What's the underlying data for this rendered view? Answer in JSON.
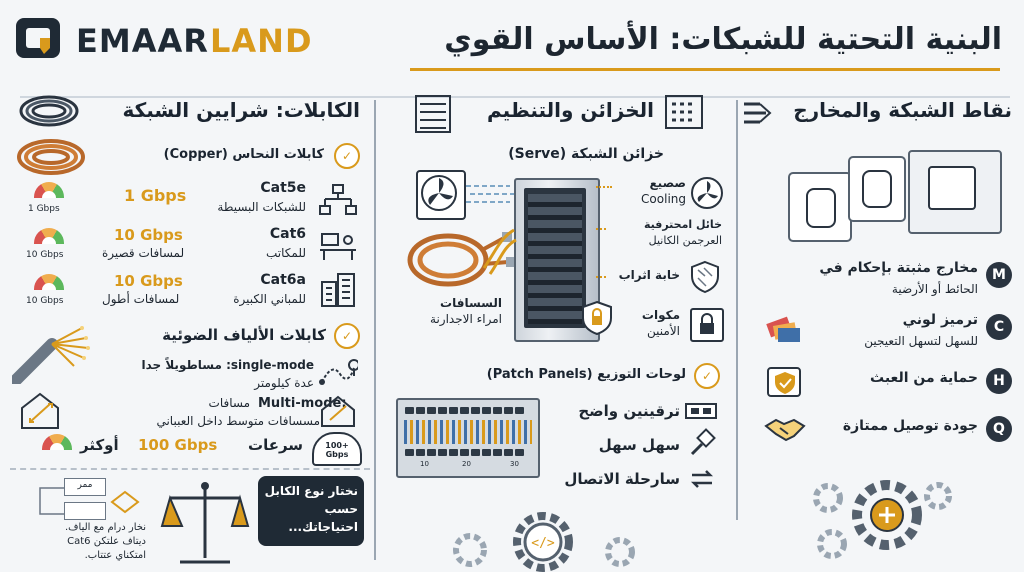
{
  "brand": {
    "name_part1": "EMAAR",
    "name_part2": "LAND"
  },
  "title": "البنية التحتية للشبكات: الأساس القوي",
  "col_cables": {
    "heading": "الكابلات: شرايين الشبكة",
    "copper_title": "كابلات النحاس (Copper)",
    "copper_rows": [
      {
        "gauge": "1 Gbps",
        "speed": "1 Gbps",
        "cat": "Cat5e",
        "desc": "للشبكات البسيطة"
      },
      {
        "gauge": "10 Gbps",
        "speed": "10 Gbps",
        "speed_note": "لمسافات قصيرة",
        "cat": "Cat6",
        "desc": "للمكاتب"
      },
      {
        "gauge": "10 Gbps",
        "speed": "10 Gbps",
        "speed_note": "لمسافات أطول",
        "cat": "Cat6a",
        "desc": "للمباني الكبيرة"
      }
    ],
    "fiber_title": "كابلات الألياف الضوئية",
    "single_mode": "single-mode: مساطويلاً جدا",
    "single_mode_2": "عدة كيلومتر",
    "multi_mode": "Multi-mode:",
    "multi_mode_note1": "مسافات",
    "multi_mode_note2": "مسسافات متوسط داخل العبباني",
    "speeds_text": "سرعات",
    "speeds_value": "100 Gbps",
    "speeds_more": "أوكثر",
    "speeds_badge": "100+ Gbps",
    "flow_label": "ممر",
    "flow_note1": "نخار درام مع الياف.",
    "flow_note2": "ديتاف علتكن Cat6",
    "flow_note3": "امتكناي عتتاب.",
    "bubble_text": "نختار نوع الكابل حسب احتياجاتك..."
  },
  "col_racks": {
    "heading": "الخزائن والتنظيم",
    "server_title": "خزائن الشبكة (Serve)",
    "label_cooling_ar": "صصيع",
    "label_cooling_en": "Cooling",
    "label_cable_mgmt_1": "خائل امحترفية",
    "label_cable_mgmt_2": "العرجمن الكانيل",
    "label_dust": "خابة اثراب",
    "label_security_1": "مكوات",
    "label_security_2": "الأمنين",
    "label_distance_1": "السسافات",
    "label_distance_2": "امراء الاجدارنة",
    "patch_title": "لوحات التوزيع (Patch Panels)",
    "patch_items": [
      "ترقينين واضح",
      "سهل سهل",
      "سارحلة الاتصال"
    ],
    "patch_numbers": [
      "10",
      "20",
      "30"
    ]
  },
  "col_outlets": {
    "heading": "نقاط الشبكة والمخارج",
    "items": [
      {
        "letter": "M",
        "title": "مخارج مثبتة بإحكام في",
        "sub": "الحائط أو الأرضية"
      },
      {
        "letter": "C",
        "title": "ترميز لوني",
        "sub": "للسهل لتسهل التعيجين"
      },
      {
        "letter": "H",
        "title": "حماية من العبث",
        "sub": ""
      },
      {
        "letter": "Q",
        "title": "جودة توصيل ممتازة",
        "sub": ""
      }
    ]
  },
  "colors": {
    "accent": "#d99a1c",
    "dark": "#1d2630",
    "line": "#9aa6b2"
  }
}
